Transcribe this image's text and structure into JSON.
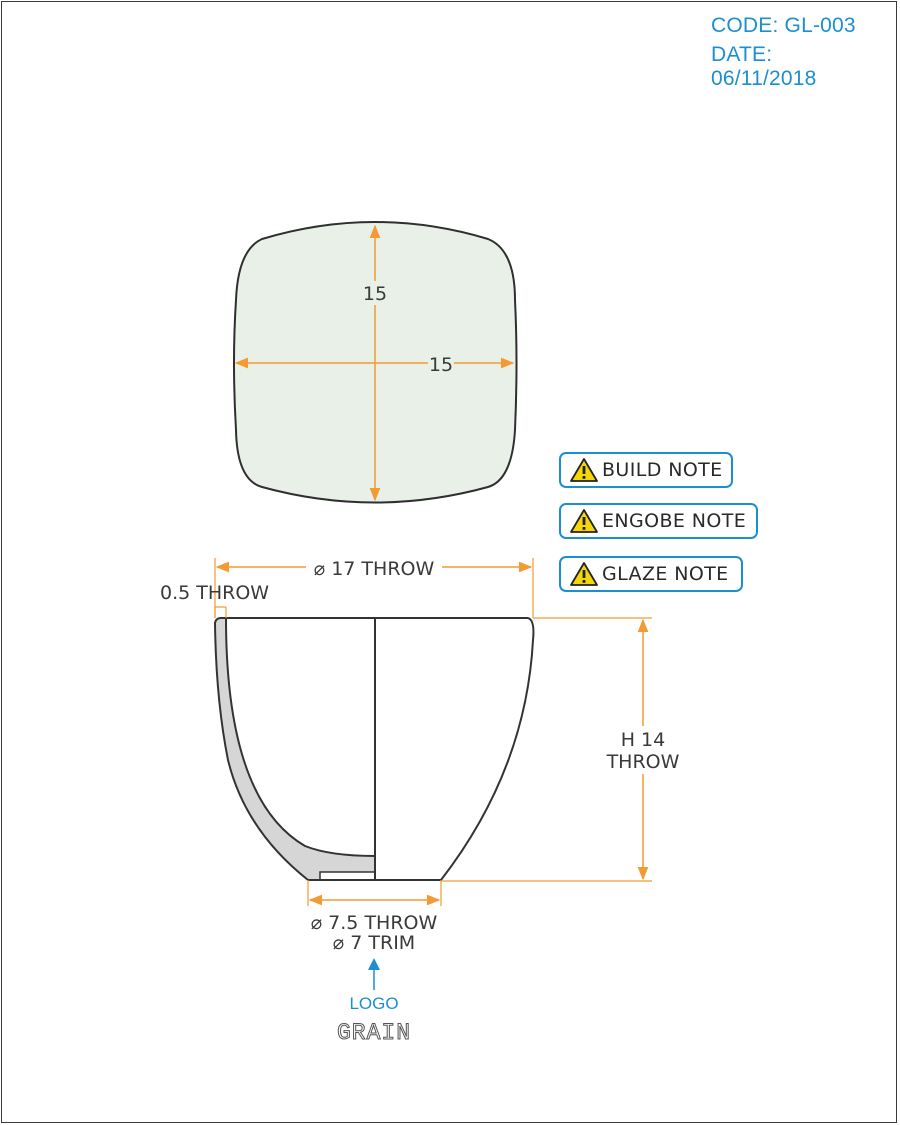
{
  "header": {
    "code": "CODE: GL-003",
    "date": "DATE: 06/11/2018"
  },
  "top_view": {
    "height_label": "15",
    "width_label": "15"
  },
  "notes": [
    {
      "label": "BUILD NOTE",
      "icon": "warning-icon"
    },
    {
      "label": "ENGOBE NOTE",
      "icon": "warning-icon"
    },
    {
      "label": "GLAZE NOTE",
      "icon": "warning-icon"
    }
  ],
  "side_view": {
    "diameter_label": "⌀ 17 THROW",
    "wall_label": "0.5 THROW",
    "height_label_1": "H 14",
    "height_label_2": "THROW",
    "foot_label_1": "⌀ 7.5 THROW",
    "foot_label_2": "⌀ 7 TRIM"
  },
  "logo": {
    "label": "LOGO",
    "text": "GRAIN"
  },
  "colors": {
    "dimension": "#f39a33",
    "accent": "#1c8fd0",
    "top_fill": "#e8f0e8",
    "wall_fill": "#d6d6d6",
    "outline": "#333333"
  }
}
